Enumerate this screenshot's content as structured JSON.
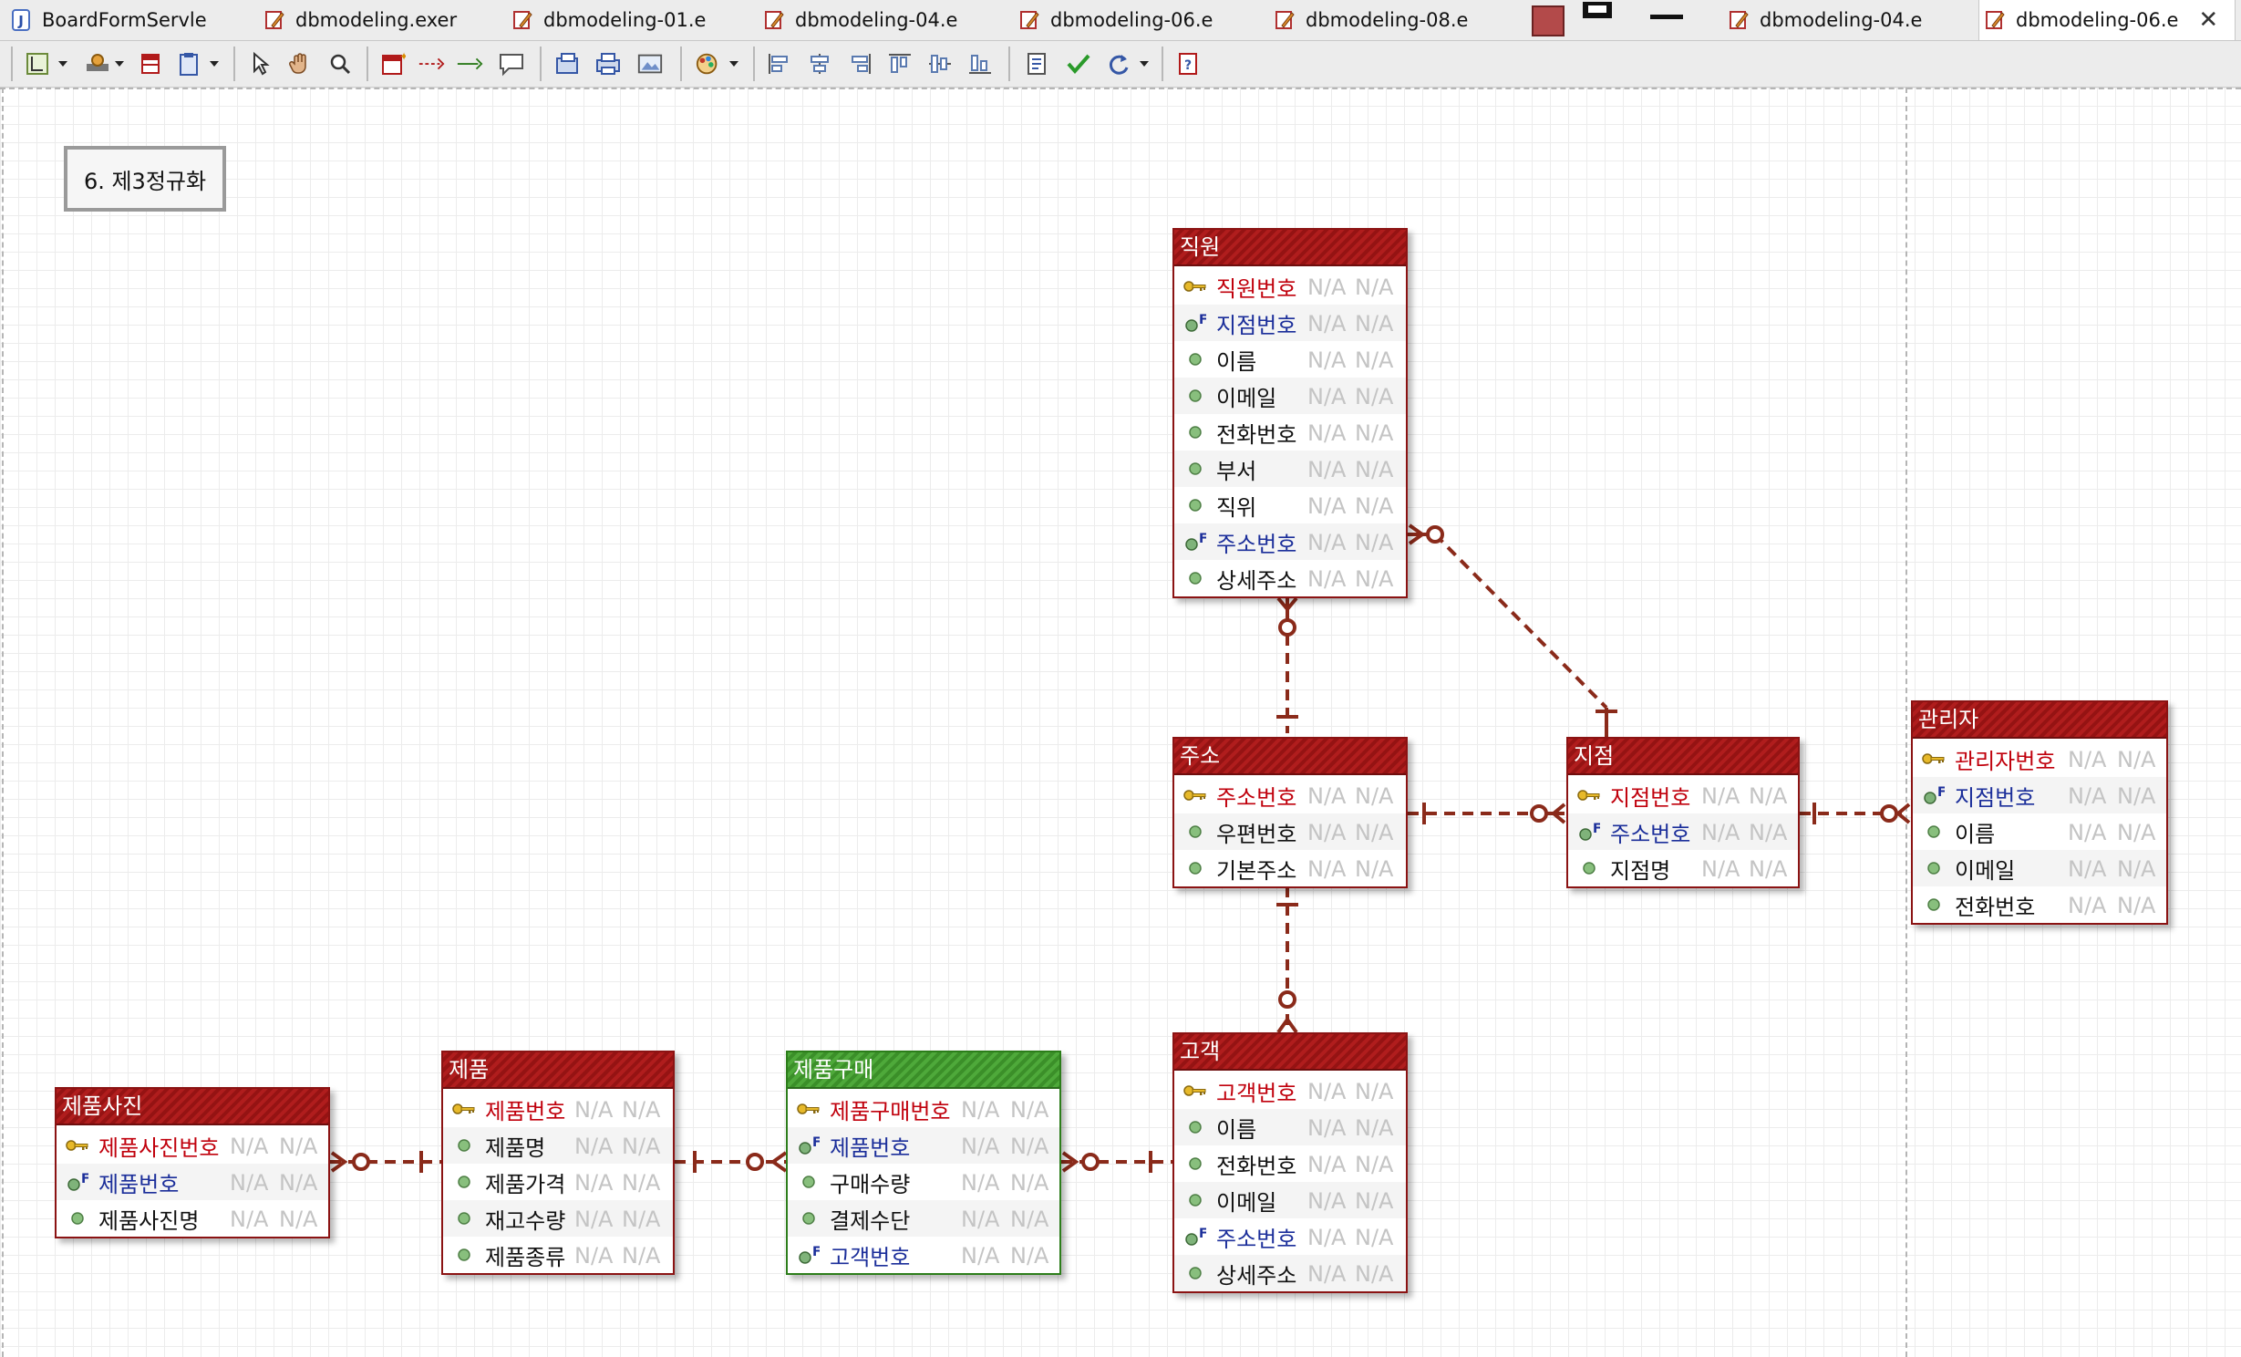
{
  "tabs": [
    {
      "label": "BoardFormServle",
      "icon": "java-file-icon"
    },
    {
      "label": "dbmodeling.exer",
      "icon": "erd-file-icon"
    },
    {
      "label": "dbmodeling-01.e",
      "icon": "erd-file-icon"
    },
    {
      "label": "dbmodeling-04.e",
      "icon": "erd-file-icon"
    },
    {
      "label": "dbmodeling-06.e",
      "icon": "erd-file-icon"
    },
    {
      "label": "dbmodeling-08.e",
      "icon": "erd-file-icon"
    },
    {
      "label": "dbmodeling-04.e",
      "icon": "erd-file-icon"
    },
    {
      "label": "dbmodeling-06.e",
      "icon": "erd-file-icon",
      "active": true
    }
  ],
  "toolbar": {
    "tools": [
      "layout-icon",
      "palette-icon",
      "table-icon",
      "clipboard-icon",
      "pointer-icon",
      "hand-icon",
      "zoom-icon",
      "new-table-icon",
      "relation-dashed-icon",
      "relation-solid-icon",
      "comment-icon",
      "export-icon",
      "print-icon",
      "image-icon",
      "color-icon",
      "align-left-icon",
      "align-center-icon",
      "align-right-icon",
      "align-top-icon",
      "align-middle-icon",
      "align-bottom-icon",
      "report-icon",
      "validate-icon",
      "refresh-icon",
      "help-icon"
    ]
  },
  "note": {
    "text": "6. 제3정규화"
  },
  "entities": {
    "employee": {
      "title": "직원",
      "attrs": [
        {
          "name": "직원번호",
          "kind": "pk",
          "t1": "N/A",
          "t2": "N/A"
        },
        {
          "name": "지점번호",
          "kind": "fk",
          "t1": "N/A",
          "t2": "N/A"
        },
        {
          "name": "이름",
          "kind": "plain",
          "t1": "N/A",
          "t2": "N/A"
        },
        {
          "name": "이메일",
          "kind": "plain",
          "t1": "N/A",
          "t2": "N/A"
        },
        {
          "name": "전화번호",
          "kind": "plain",
          "t1": "N/A",
          "t2": "N/A"
        },
        {
          "name": "부서",
          "kind": "plain",
          "t1": "N/A",
          "t2": "N/A"
        },
        {
          "name": "직위",
          "kind": "plain",
          "t1": "N/A",
          "t2": "N/A"
        },
        {
          "name": "주소번호",
          "kind": "fk",
          "t1": "N/A",
          "t2": "N/A"
        },
        {
          "name": "상세주소",
          "kind": "plain",
          "t1": "N/A",
          "t2": "N/A"
        }
      ]
    },
    "address": {
      "title": "주소",
      "attrs": [
        {
          "name": "주소번호",
          "kind": "pk",
          "t1": "N/A",
          "t2": "N/A"
        },
        {
          "name": "우편번호",
          "kind": "plain",
          "t1": "N/A",
          "t2": "N/A"
        },
        {
          "name": "기본주소",
          "kind": "plain",
          "t1": "N/A",
          "t2": "N/A"
        }
      ]
    },
    "branch": {
      "title": "지점",
      "attrs": [
        {
          "name": "지점번호",
          "kind": "pk",
          "t1": "N/A",
          "t2": "N/A"
        },
        {
          "name": "주소번호",
          "kind": "fk",
          "t1": "N/A",
          "t2": "N/A"
        },
        {
          "name": "지점명",
          "kind": "plain",
          "t1": "N/A",
          "t2": "N/A"
        }
      ]
    },
    "manager": {
      "title": "관리자",
      "attrs": [
        {
          "name": "관리자번호",
          "kind": "pk",
          "t1": "N/A",
          "t2": "N/A"
        },
        {
          "name": "지점번호",
          "kind": "fk",
          "t1": "N/A",
          "t2": "N/A"
        },
        {
          "name": "이름",
          "kind": "plain",
          "t1": "N/A",
          "t2": "N/A"
        },
        {
          "name": "이메일",
          "kind": "plain",
          "t1": "N/A",
          "t2": "N/A"
        },
        {
          "name": "전화번호",
          "kind": "plain",
          "t1": "N/A",
          "t2": "N/A"
        }
      ]
    },
    "customer": {
      "title": "고객",
      "attrs": [
        {
          "name": "고객번호",
          "kind": "pk",
          "t1": "N/A",
          "t2": "N/A"
        },
        {
          "name": "이름",
          "kind": "plain",
          "t1": "N/A",
          "t2": "N/A"
        },
        {
          "name": "전화번호",
          "kind": "plain",
          "t1": "N/A",
          "t2": "N/A"
        },
        {
          "name": "이메일",
          "kind": "plain",
          "t1": "N/A",
          "t2": "N/A"
        },
        {
          "name": "주소번호",
          "kind": "fk",
          "t1": "N/A",
          "t2": "N/A"
        },
        {
          "name": "상세주소",
          "kind": "plain",
          "t1": "N/A",
          "t2": "N/A"
        }
      ]
    },
    "purchase": {
      "title": "제품구매",
      "attrs": [
        {
          "name": "제품구매번호",
          "kind": "pk",
          "t1": "N/A",
          "t2": "N/A"
        },
        {
          "name": "제품번호",
          "kind": "fk",
          "t1": "N/A",
          "t2": "N/A"
        },
        {
          "name": "구매수량",
          "kind": "plain",
          "t1": "N/A",
          "t2": "N/A"
        },
        {
          "name": "결제수단",
          "kind": "plain",
          "t1": "N/A",
          "t2": "N/A"
        },
        {
          "name": "고객번호",
          "kind": "fk",
          "t1": "N/A",
          "t2": "N/A"
        }
      ]
    },
    "product": {
      "title": "제품",
      "attrs": [
        {
          "name": "제품번호",
          "kind": "pk",
          "t1": "N/A",
          "t2": "N/A"
        },
        {
          "name": "제품명",
          "kind": "plain",
          "t1": "N/A",
          "t2": "N/A"
        },
        {
          "name": "제품가격",
          "kind": "plain",
          "t1": "N/A",
          "t2": "N/A"
        },
        {
          "name": "재고수량",
          "kind": "plain",
          "t1": "N/A",
          "t2": "N/A"
        },
        {
          "name": "제품종류",
          "kind": "plain",
          "t1": "N/A",
          "t2": "N/A"
        }
      ]
    },
    "photo": {
      "title": "제품사진",
      "attrs": [
        {
          "name": "제품사진번호",
          "kind": "pk",
          "t1": "N/A",
          "t2": "N/A"
        },
        {
          "name": "제품번호",
          "kind": "fk",
          "t1": "N/A",
          "t2": "N/A"
        },
        {
          "name": "제품사진명",
          "kind": "plain",
          "t1": "N/A",
          "t2": "N/A"
        }
      ]
    }
  }
}
